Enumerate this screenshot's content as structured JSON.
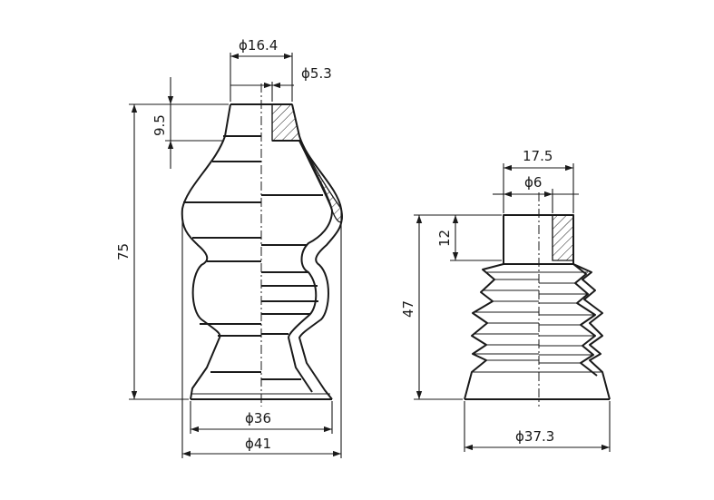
{
  "part_a": {
    "dims": {
      "top_outer_diameter": "ϕ16.4",
      "top_inner_diameter": "ϕ5.3",
      "neck_height": "9.5",
      "overall_height": "75",
      "base_inner_diameter": "ϕ36",
      "base_outer_diameter": "ϕ41"
    }
  },
  "part_b": {
    "dims": {
      "top_outer_width": "17.5",
      "top_inner_diameter": "ϕ6",
      "neck_height": "12",
      "overall_height": "47",
      "base_diameter": "ϕ37.3"
    }
  }
}
